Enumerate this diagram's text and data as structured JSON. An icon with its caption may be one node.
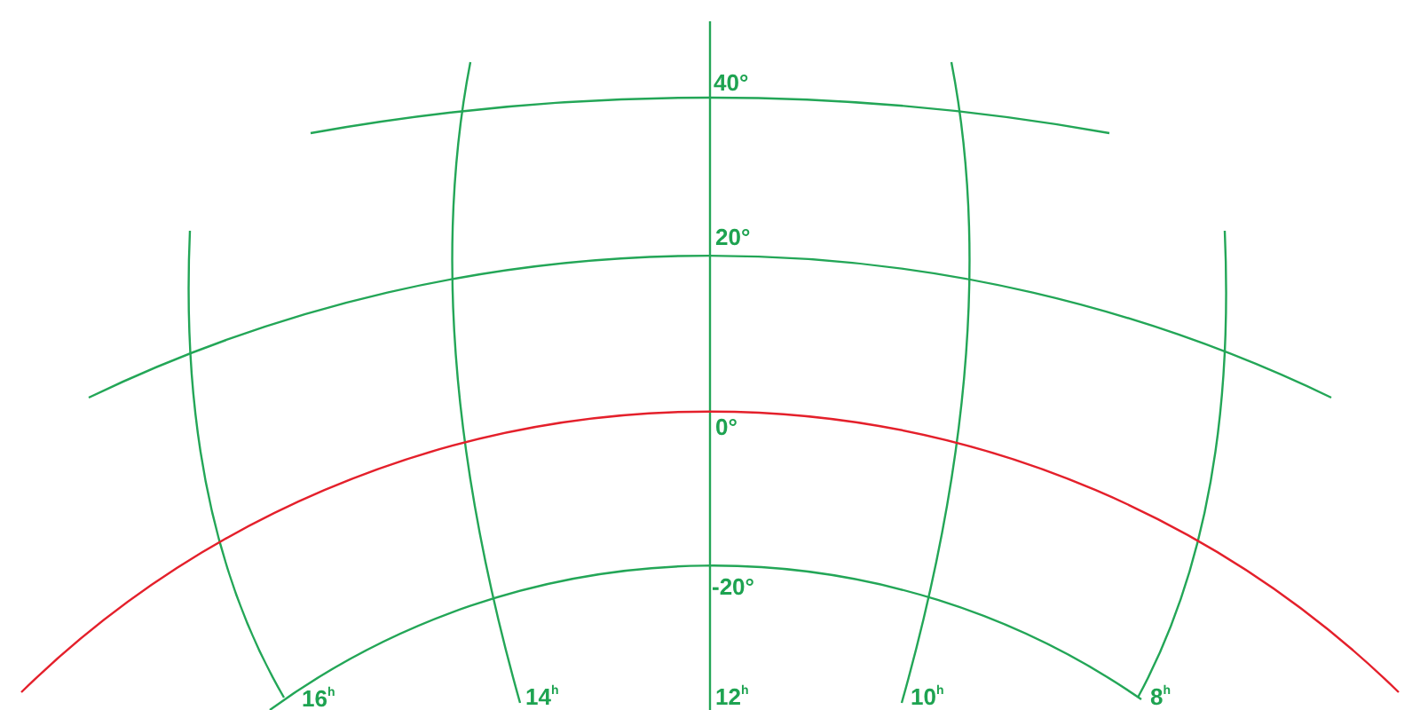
{
  "diagram": {
    "labels": [
      "40°",
      "20°",
      "0°",
      "-20°",
      "16$^{h}$",
      "14$^{h}$",
      "12$^{h}$",
      "10$^{h}$",
      "8$^{h}$"
    ]
  }
}
